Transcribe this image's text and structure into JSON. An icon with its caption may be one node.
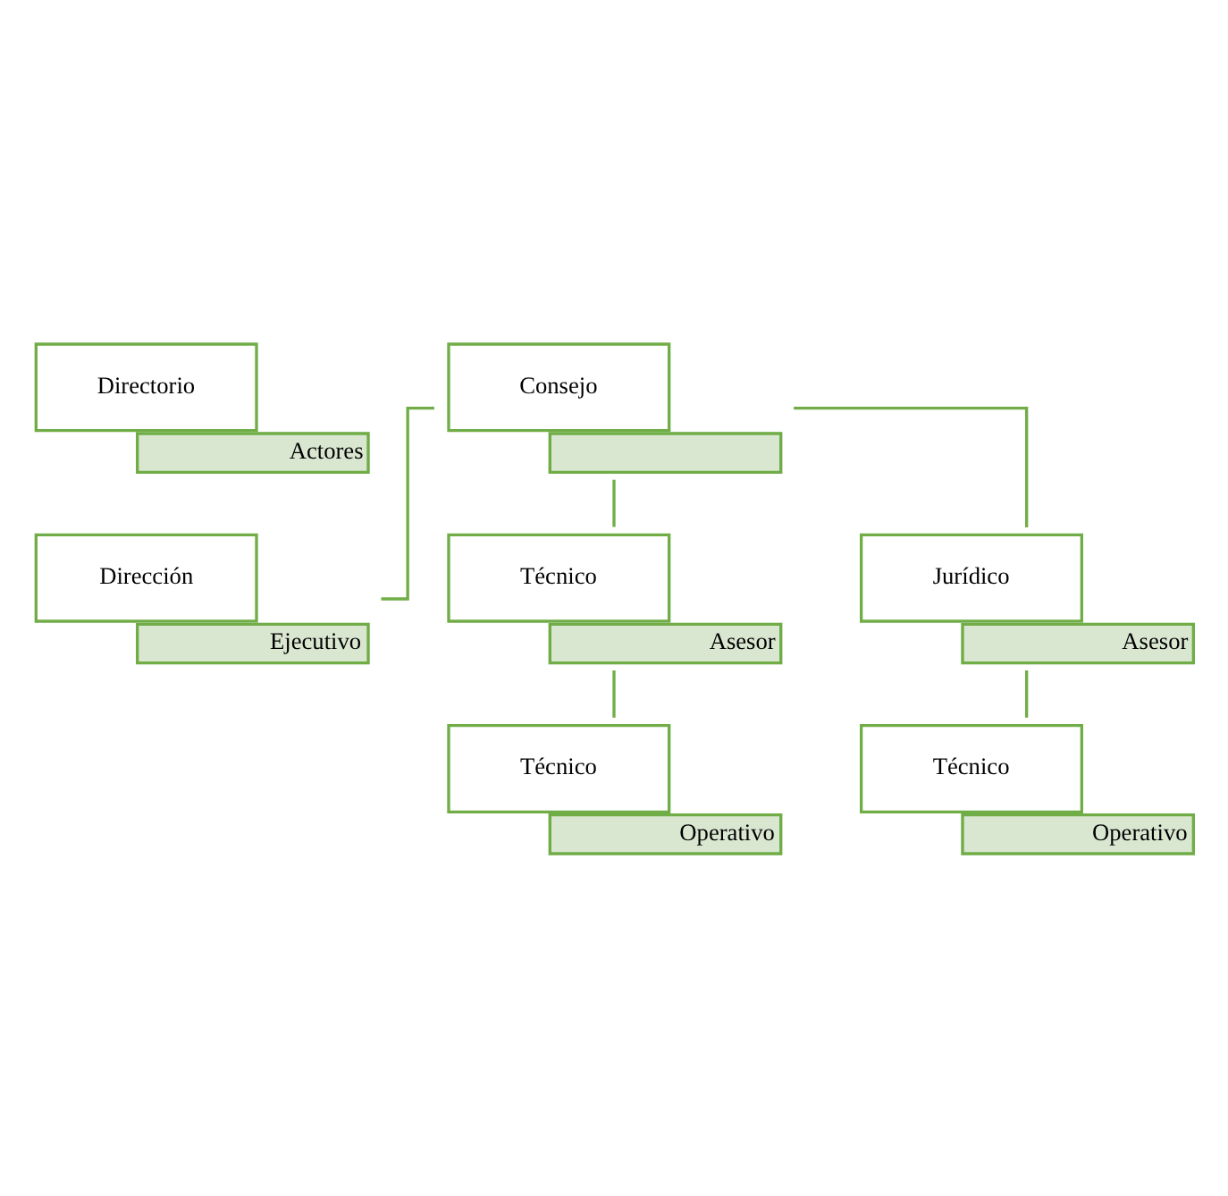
{
  "diagram": {
    "nodes": [
      {
        "text": [
          "Directorio",
          "Actores"
        ]
      },
      {
        "text": [
          "Consejo"
        ]
      },
      {
        "text": [
          "Dirección",
          "Ejecutivo"
        ]
      },
      {
        "text": [
          "Técnico",
          "Asesor"
        ]
      },
      {
        "text": [
          "Jurídico",
          "Asesor"
        ]
      },
      {
        "text": [
          "Técnico",
          "Operativo"
        ]
      },
      {
        "text": [
          "Técnico",
          "Operativo"
        ]
      }
    ],
    "edges": [
      {
        "from": 1,
        "to": 2,
        "arrow": "none"
      },
      {
        "from": 1,
        "to": 3,
        "arrow": "none"
      },
      {
        "from": 1,
        "to": 4,
        "arrow": "none"
      },
      {
        "from": 3,
        "to": 5,
        "arrow": "none"
      },
      {
        "from": 4,
        "to": 6,
        "arrow": "none"
      }
    ]
  }
}
